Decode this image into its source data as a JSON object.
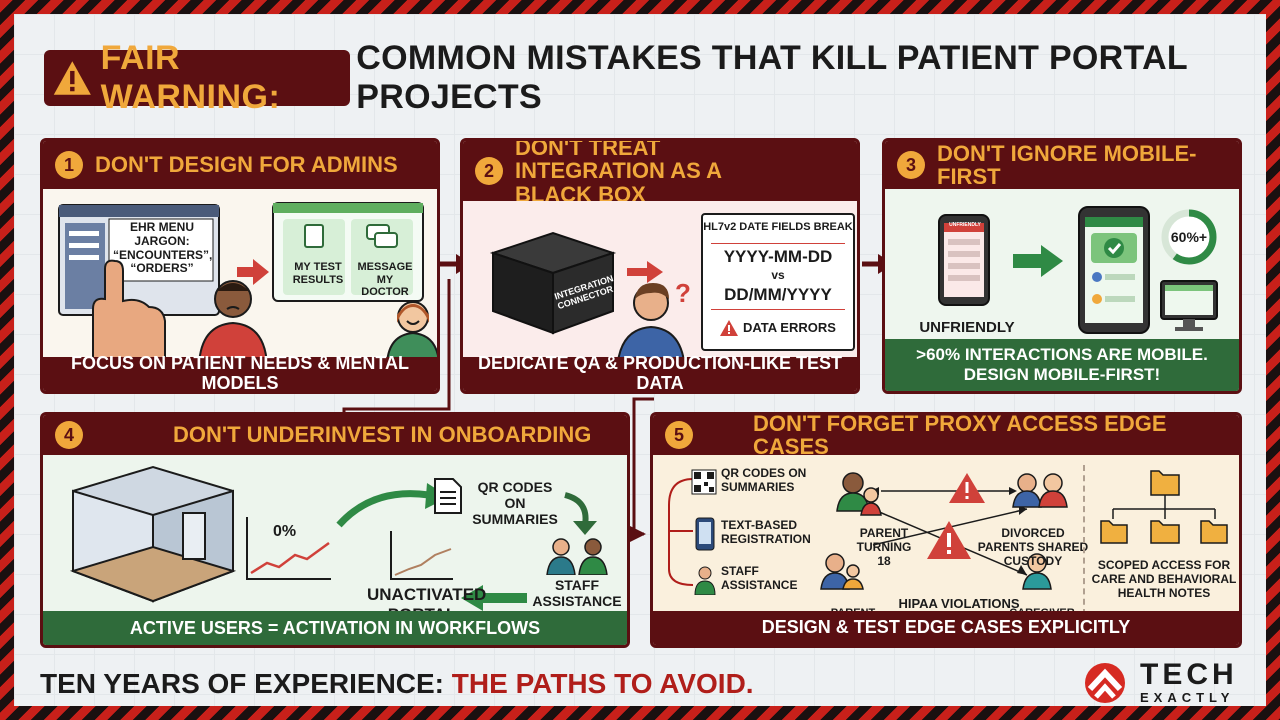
{
  "header": {
    "warning_label": "FAIR WARNING:",
    "title": "COMMON MISTAKES THAT KILL PATIENT PORTAL PROJECTS"
  },
  "panels": [
    {
      "number": "1",
      "title": "DON'T DESIGN FOR ADMINS",
      "ehr_text": "EHR MENU JARGON: “ENCOUNTERS”, “ORDERS”",
      "tile_left": "MY TEST RESULTS",
      "tile_right": "MESSAGE MY DOCTOR",
      "footer": "FOCUS ON PATIENT NEEDS & MENTAL MODELS"
    },
    {
      "number": "2",
      "title": "DON'T TREAT INTEGRATION AS A BLACK BOX",
      "box_label": "INTEGRATION CONNECTOR",
      "card_title": "HL7v2 DATE FIELDS BREAK",
      "format_a": "YYYY-MM-DD",
      "vs": "vs",
      "format_b": "DD/MM/YYYY",
      "errors": "DATA ERRORS",
      "question": "?",
      "footer": "DEDICATE QA & PRODUCTION-LIKE TEST DATA"
    },
    {
      "number": "3",
      "title": "DON'T IGNORE MOBILE-FIRST",
      "unfriendly": "UNFRIENDLY",
      "phone_header": "UNFRIENDLY",
      "percent": "60%+",
      "footer_line1": ">60% INTERACTIONS ARE MOBILE.",
      "footer_line2": "DESIGN MOBILE-FIRST!"
    },
    {
      "number": "4",
      "title": "DON'T UNDERINVEST IN ONBOARDING",
      "zero": "0%",
      "qr_label": "QR CODES ON SUMMARIES",
      "staff_label": "STAFF ASSISTANCE",
      "unactivated": "UNACTIVATED PORTAL",
      "footer": "ACTIVE USERS = ACTIVATION IN WORKFLOWS"
    },
    {
      "number": "5",
      "title": "DON'T FORGET PROXY ACCESS EDGE CASES",
      "options": [
        "QR CODES ON SUMMARIES",
        "TEXT-BASED REGISTRATION",
        "STAFF ASSISTANCE"
      ],
      "parent_18": "PARENT TURNING 18",
      "divorced": "DIVORCED PARENTS SHARED CUSTODY",
      "hipaa": "HIPAA VIOLATIONS HIDE IN COMPLEXITY",
      "parent": "PARENT",
      "caregiver": "CAREGIVER",
      "scoped": "SCOPED ACCESS FOR CARE AND BEHAVIORAL HEALTH NOTES",
      "footer": "DESIGN & TEST EDGE CASES EXPLICITLY"
    }
  ],
  "footer": {
    "lead": "TEN YEARS OF EXPERIENCE:",
    "highlight": "THE PATHS TO AVOID."
  },
  "logo": {
    "line1": "TECH",
    "line2": "EXACTLY"
  },
  "colors": {
    "maroon": "#5b0f12",
    "accent": "#f0a83b",
    "danger": "#c8201a",
    "green": "#2f6b3a"
  }
}
